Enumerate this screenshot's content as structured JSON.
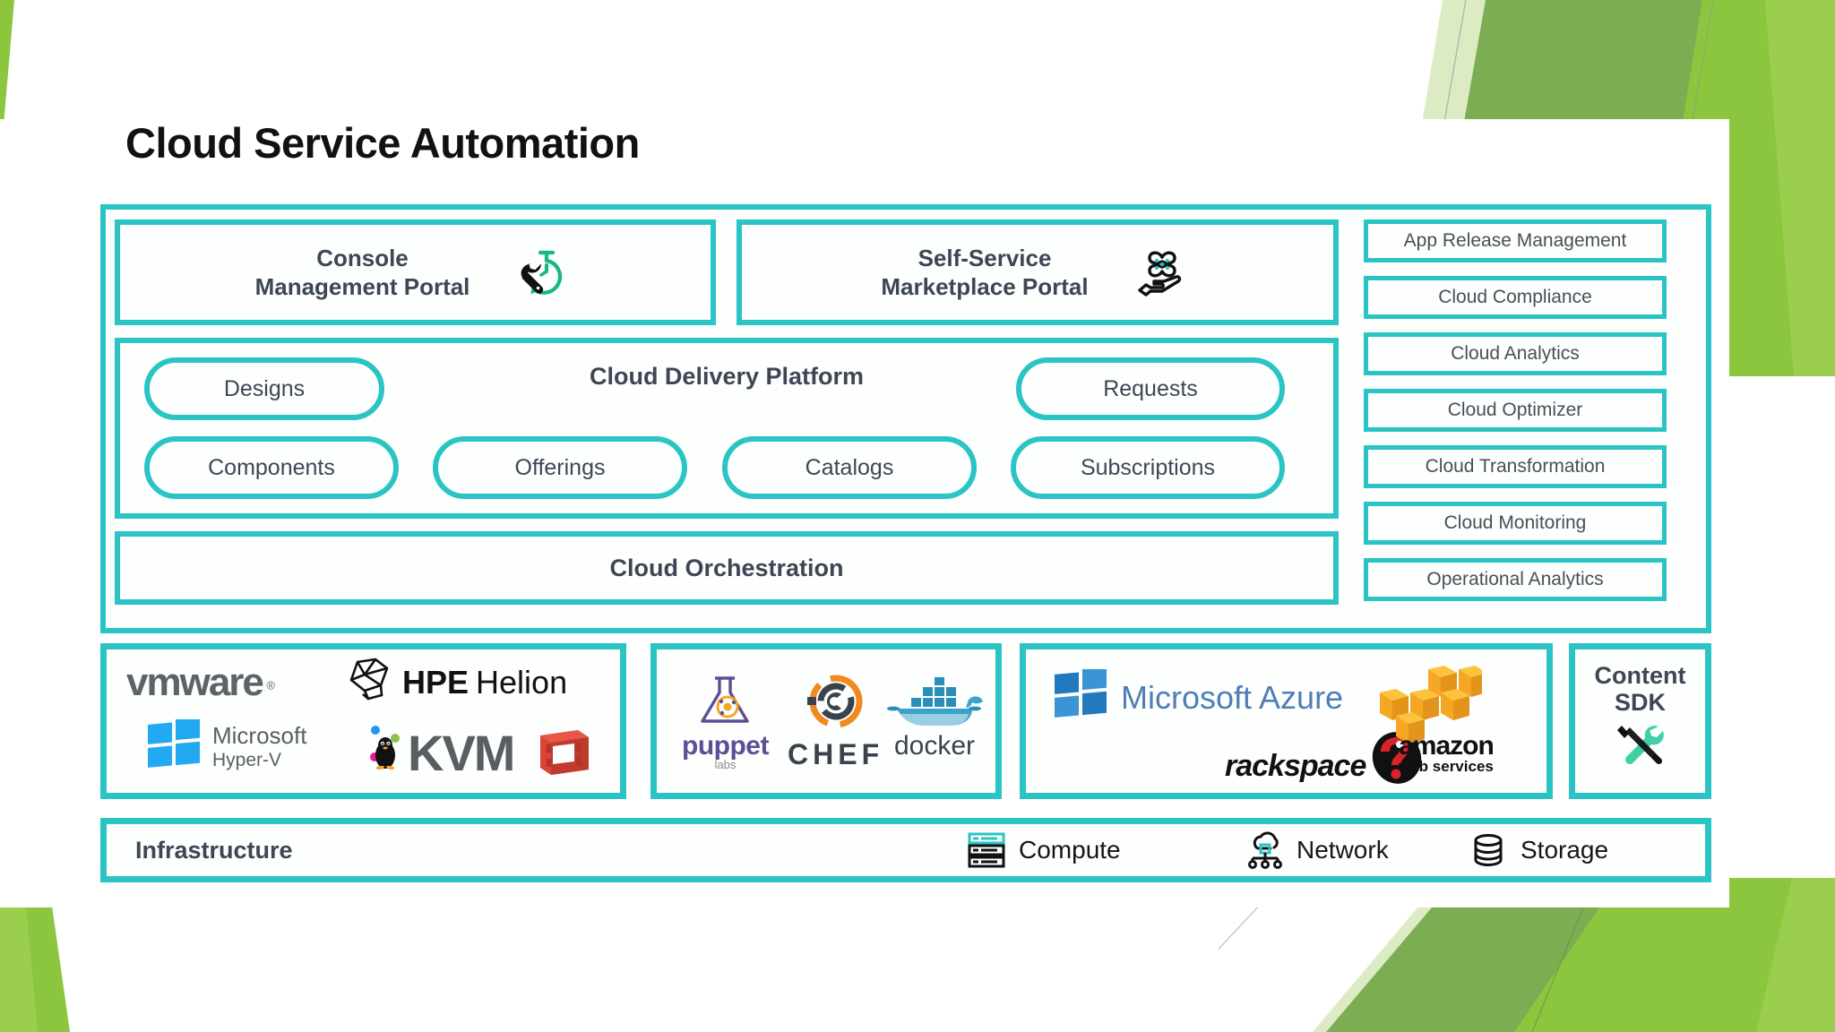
{
  "page": {
    "title": "Cloud Service Automation",
    "accent_teal": "#2BC4C4",
    "text_dark": "#3D4754",
    "deco_green_light": "#8CC63E",
    "deco_green_olive": "#7CAD52",
    "deco_green_pale": "#DDEBC4"
  },
  "portals": [
    {
      "id": "console",
      "title": "Console\nManagement Portal",
      "icon": "wrench-stopwatch-icon"
    },
    {
      "id": "selfservice",
      "title": "Self-Service\nMarketplace Portal",
      "icon": "hand-offering-icon"
    }
  ],
  "cloud_delivery_platform": {
    "title": "Cloud Delivery Platform",
    "pills_row1": [
      {
        "id": "designs",
        "label": "Designs"
      },
      {
        "id": "requests",
        "label": "Requests"
      }
    ],
    "pills_row2": [
      {
        "id": "components",
        "label": "Components"
      },
      {
        "id": "offerings",
        "label": "Offerings"
      },
      {
        "id": "catalogs",
        "label": "Catalogs"
      },
      {
        "id": "subscriptions",
        "label": "Subscriptions"
      }
    ]
  },
  "orchestration": {
    "label": "Cloud Orchestration"
  },
  "sidebar": {
    "items": [
      {
        "id": "app-release-management",
        "label": "App Release Management"
      },
      {
        "id": "cloud-compliance",
        "label": "Cloud Compliance"
      },
      {
        "id": "cloud-analytics",
        "label": "Cloud Analytics"
      },
      {
        "id": "cloud-optimizer",
        "label": "Cloud Optimizer"
      },
      {
        "id": "cloud-transformation",
        "label": "Cloud Transformation"
      },
      {
        "id": "cloud-monitoring",
        "label": "Cloud Monitoring"
      },
      {
        "id": "operational-analytics",
        "label": "Operational Analytics"
      }
    ]
  },
  "vendor_groups": [
    {
      "id": "hypervisors",
      "logos": [
        {
          "id": "vmware",
          "name": "vmware-logo",
          "text": "vmware",
          "mark": "vm"
        },
        {
          "id": "hpe-helion",
          "name": "hpe-helion-logo",
          "text_bold": "HPE",
          "text_light": "Helion"
        },
        {
          "id": "microsoft-hyperv",
          "name": "microsoft-hyperv-logo",
          "text_top": "Microsoft",
          "text_bottom": "Hyper-V"
        },
        {
          "id": "kvm",
          "name": "kvm-logo",
          "text": "KVM"
        },
        {
          "id": "openstack",
          "name": "openstack-logo",
          "text": ""
        }
      ]
    },
    {
      "id": "config-management",
      "logos": [
        {
          "id": "puppet",
          "name": "puppet-labs-logo",
          "text": "puppet",
          "subtext": "labs"
        },
        {
          "id": "chef",
          "name": "chef-logo",
          "text": "CHEF"
        },
        {
          "id": "docker",
          "name": "docker-logo",
          "text": "docker"
        }
      ]
    },
    {
      "id": "public-clouds",
      "logos": [
        {
          "id": "azure",
          "name": "microsoft-azure-logo",
          "text": "Microsoft Azure"
        },
        {
          "id": "rackspace",
          "name": "rackspace-logo",
          "text": "rackspace"
        },
        {
          "id": "aws",
          "name": "amazon-web-services-logo",
          "text": "amazon",
          "subtext": "web services"
        }
      ]
    }
  ],
  "content_sdk": {
    "line1": "Content",
    "line2": "SDK",
    "icon": "wrench-screwdriver-icon"
  },
  "infrastructure": {
    "label": "Infrastructure",
    "items": [
      {
        "id": "compute",
        "label": "Compute",
        "icon": "server-rack-icon"
      },
      {
        "id": "network",
        "label": "Network",
        "icon": "network-cloud-icon"
      },
      {
        "id": "storage",
        "label": "Storage",
        "icon": "database-cylinder-icon"
      }
    ]
  }
}
